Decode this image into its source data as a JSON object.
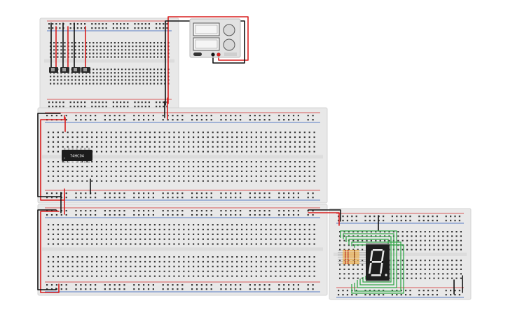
{
  "colors": {
    "background": "#ffffff",
    "board": "#e8e8e8",
    "board_edge": "#d4d4d4",
    "hole": "#3a3a3a",
    "rail_red": "#d22b2b",
    "rail_blue": "#2a5ab8",
    "wire_red": "#d81f1f",
    "wire_black": "#111111",
    "wire_green": "#34a84a",
    "chip_body": "#1c1c1c",
    "chip_text": "#ffffff",
    "display_body": "#1e1e1e",
    "segment_on": "#e8e8e8",
    "supply_body": "#e2e2e2",
    "resistor_body": "#e7b86b"
  },
  "boards": [
    {
      "name": "breadboard-top-left"
    },
    {
      "name": "breadboard-middle"
    },
    {
      "name": "breadboard-bottom"
    },
    {
      "name": "breadboard-right"
    }
  ],
  "ic": {
    "label": "74HC04"
  },
  "power_supply": {
    "icon": "power-supply-icon",
    "button_icon": "power-button-icon"
  },
  "display": {
    "type": "seven-segment",
    "digit": "8",
    "decimal_point": true
  },
  "switches": {
    "count": 4
  },
  "resistors": {
    "count": 8
  }
}
